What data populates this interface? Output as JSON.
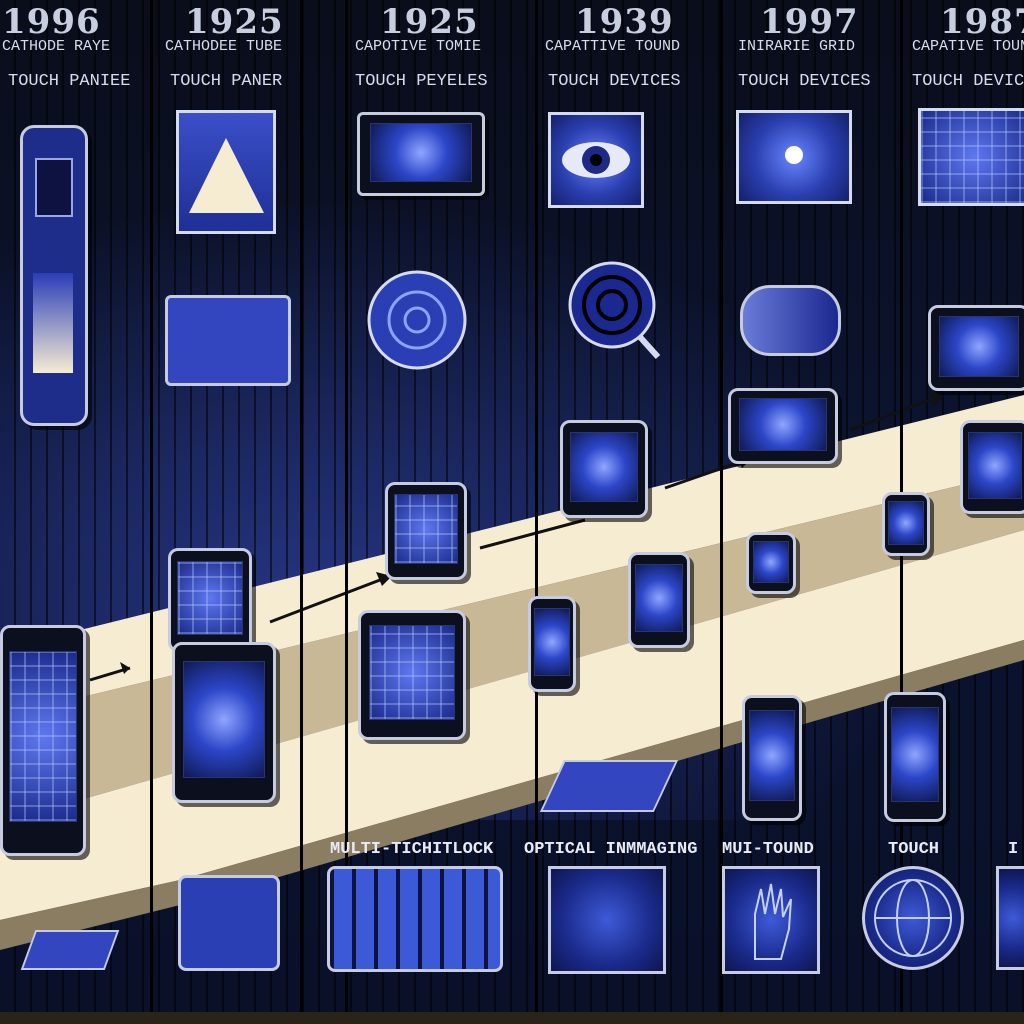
{
  "columns": [
    {
      "year": "1996",
      "tech": "CATHODE RAYE",
      "sub": "TOUCH PANIEE"
    },
    {
      "year": "1925",
      "tech": "CATHODEE TUBE",
      "sub": "TOUCH PANER"
    },
    {
      "year": "1925",
      "tech": "CAPOTIVE TOMIE",
      "sub": "TOUCH PEYELES"
    },
    {
      "year": "1939",
      "tech": "CAPATTIVE TOUND",
      "sub": "TOUCH DEVICES"
    },
    {
      "year": "1997",
      "tech": "INIRARIE GRID",
      "sub": "TOUCH DEVICES"
    },
    {
      "year": "1987",
      "tech": "CAPATIVE TOUN",
      "sub": "TOUCH DEVICE"
    }
  ],
  "bottom_labels": [
    "MULTI-TICHITLOCK",
    "OPTICAL INMMAGING",
    "MUI-TOUND",
    "TOUCH",
    "I"
  ],
  "colors": {
    "background": "#0a0d1a",
    "accent_blue": "#3c5ad8",
    "walkway": "#f5ecd2",
    "line": "#000000"
  }
}
